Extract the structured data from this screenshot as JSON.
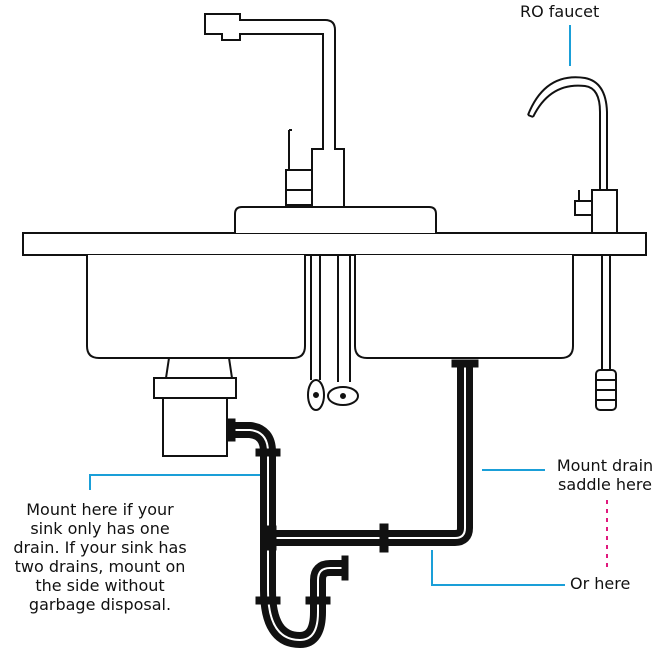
{
  "labels": {
    "ro_faucet": "RO faucet",
    "mount_drain_saddle_line1": "Mount drain",
    "mount_drain_saddle_line2": "saddle here",
    "or_here": "Or here",
    "mount_here_line1": "Mount here if your",
    "mount_here_line2": "sink only has one",
    "mount_here_line3": "drain. If your sink has",
    "mount_here_line4": "two drains, mount on",
    "mount_here_line5": "the side without",
    "mount_here_line6": "garbage disposal."
  },
  "colors": {
    "line": "#111111",
    "pipe": "#111111",
    "callout_blue": "#1a9fd8",
    "dotted_pink": "#e0197d",
    "background": "#ffffff"
  }
}
